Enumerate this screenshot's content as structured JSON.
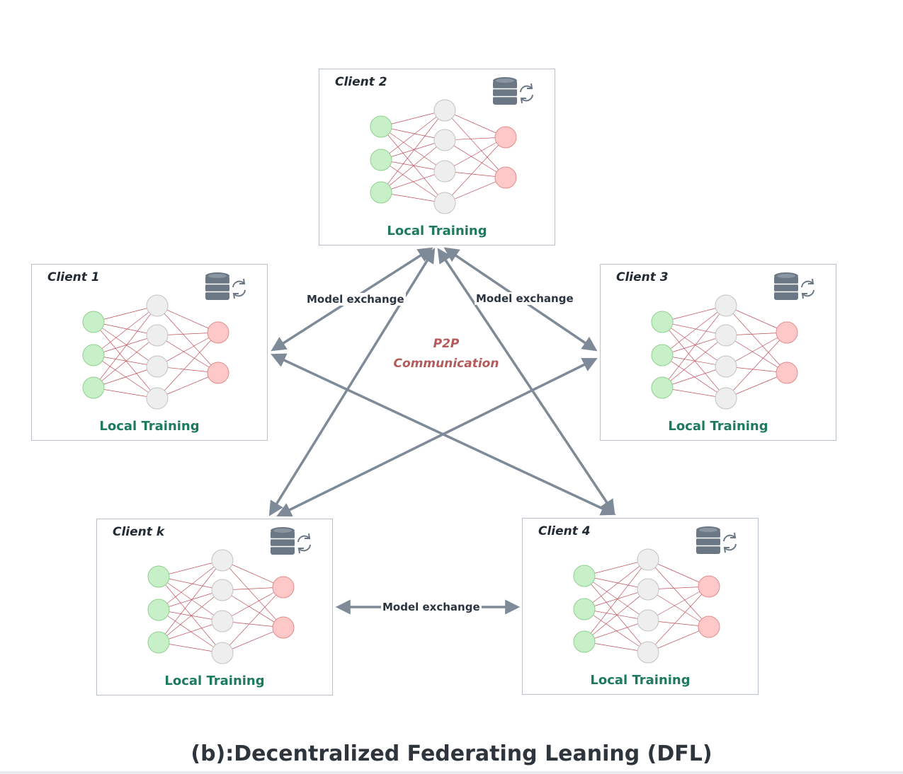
{
  "clients": [
    {
      "id": "client-2",
      "title": "Client 2",
      "training": "Local Training"
    },
    {
      "id": "client-1",
      "title": "Client 1",
      "training": "Local Training"
    },
    {
      "id": "client-3",
      "title": "Client 3",
      "training": "Local Training"
    },
    {
      "id": "client-k",
      "title": "Client k",
      "training": "Local Training"
    },
    {
      "id": "client-4",
      "title": "Client 4",
      "training": "Local Training"
    }
  ],
  "exchange_labels": {
    "left": "Model exchange",
    "right": "Model exchange",
    "bottom": "Model exchange"
  },
  "p2p": {
    "line1": "P2P",
    "line2": "Communication"
  },
  "caption": "(b):Decentralized Federating Leaning (DFL)",
  "colors": {
    "arrow": "#7e8a97",
    "box_border": "#b9c2cc",
    "input_node": "#c8f0c8",
    "hidden_node": "#eeeeee",
    "output_node": "#ffc8c8",
    "edge": "#c0505a",
    "training_text": "#1e7a5e",
    "p2p_text": "#b35b5b",
    "db_icon": "#6b7785"
  },
  "icons": {
    "database": "database-icon",
    "sync": "sync-icon"
  }
}
